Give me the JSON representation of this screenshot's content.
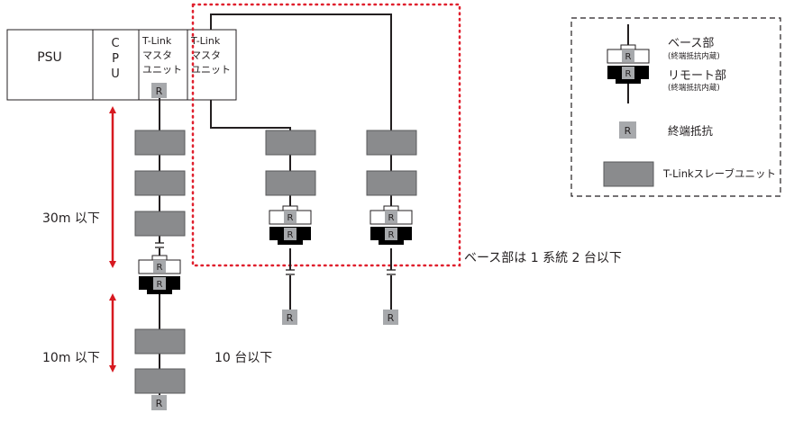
{
  "rack": {
    "psu": "PSU",
    "cpu": [
      "C",
      "P",
      "U"
    ],
    "master1": [
      "T-Link",
      "マスタ",
      "ユニット"
    ],
    "master2": [
      "T-Link",
      "マスタ",
      "ユニット"
    ]
  },
  "resistor_letter": "R",
  "annotations": {
    "dist_30m": "30m 以下",
    "dist_10m": "10m 以下",
    "units_10": "10 台以下",
    "base_limit": "ベース部は 1 系統 2 台以下"
  },
  "legend": {
    "base_title": "ベース部",
    "base_note": "(終端抵抗内蔵)",
    "remote_title": "リモート部",
    "remote_note": "(終端抵抗内蔵)",
    "terminator": "終端抵抗",
    "slave": "T-Linkスレーブユニット"
  },
  "colors": {
    "slave_fill": "#8a8b8d",
    "resistor_fill": "#a7a9ac",
    "line": "#231f20",
    "arrow": "#d71920",
    "dotted_box": "#e0202e"
  }
}
